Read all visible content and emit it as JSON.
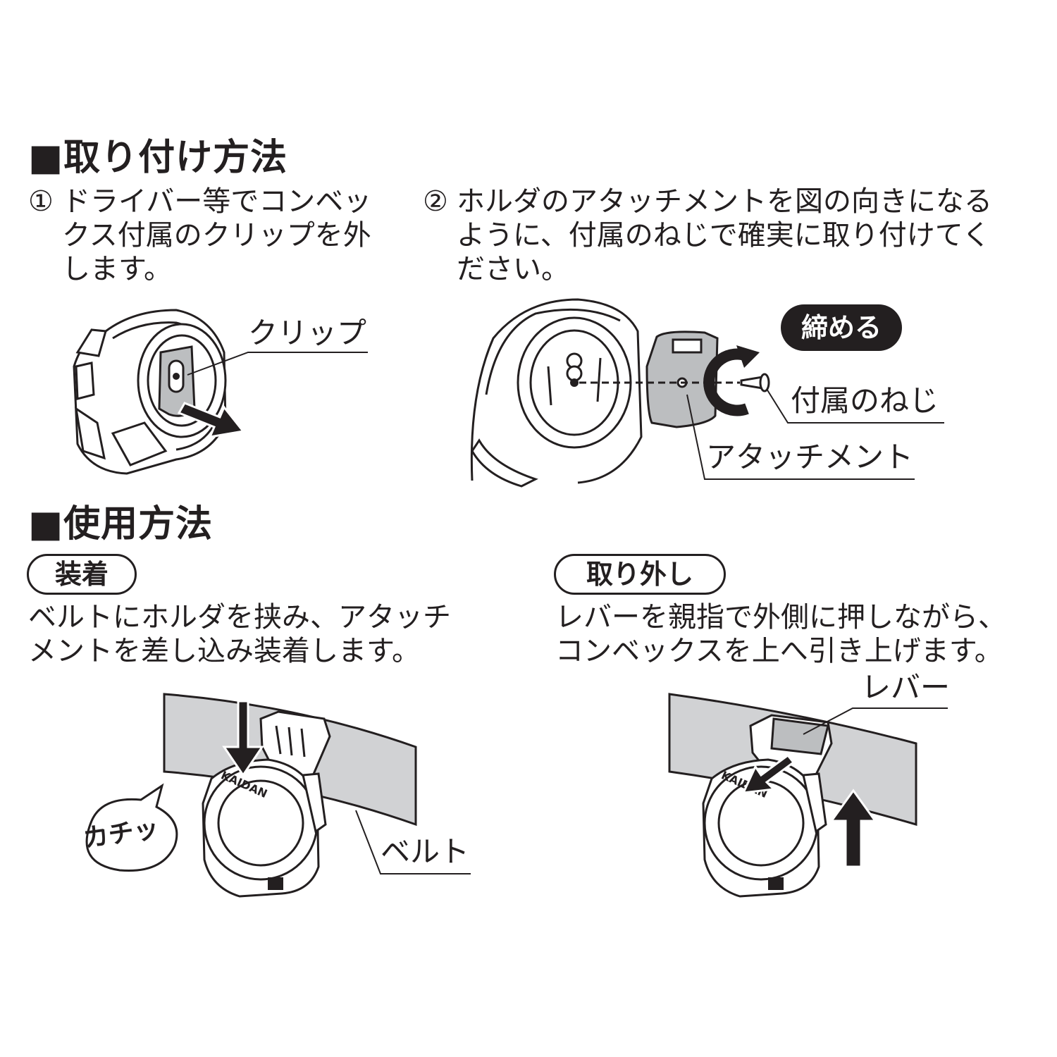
{
  "installation": {
    "heading": "■取り付け方法",
    "step1": {
      "number": "①",
      "lines": [
        "ドライバー等でコンベッ",
        "クス付属のクリップを外",
        "します。"
      ],
      "label_clip": "クリップ"
    },
    "step2": {
      "number": "②",
      "lines": [
        "ホルダのアタッチメントを図の向きになる",
        "ように、付属のねじで確実に取り付けてく",
        "ださい。"
      ],
      "badge_tighten": "締める",
      "label_screw": "付属のねじ",
      "label_attachment": "アタッチメント"
    }
  },
  "usage": {
    "heading": "■使用方法",
    "attach": {
      "pill": "装着",
      "lines": [
        "ベルトにホルダを挟み、アタッチ",
        "メントを差し込み装着します。"
      ],
      "sound": "カチッ",
      "label_belt": "ベルト",
      "brand": "KAIDAN"
    },
    "remove": {
      "pill": "取り外し",
      "lines": [
        "レバーを親指で外側に押しながら、",
        "コンベックスを上へ引き上げます。"
      ],
      "label_lever": "レバー",
      "brand": "KAIDAN"
    }
  },
  "colors": {
    "ink": "#231f20",
    "belt_gray": "#d1d2d4",
    "part_gray": "#bcbec0"
  }
}
